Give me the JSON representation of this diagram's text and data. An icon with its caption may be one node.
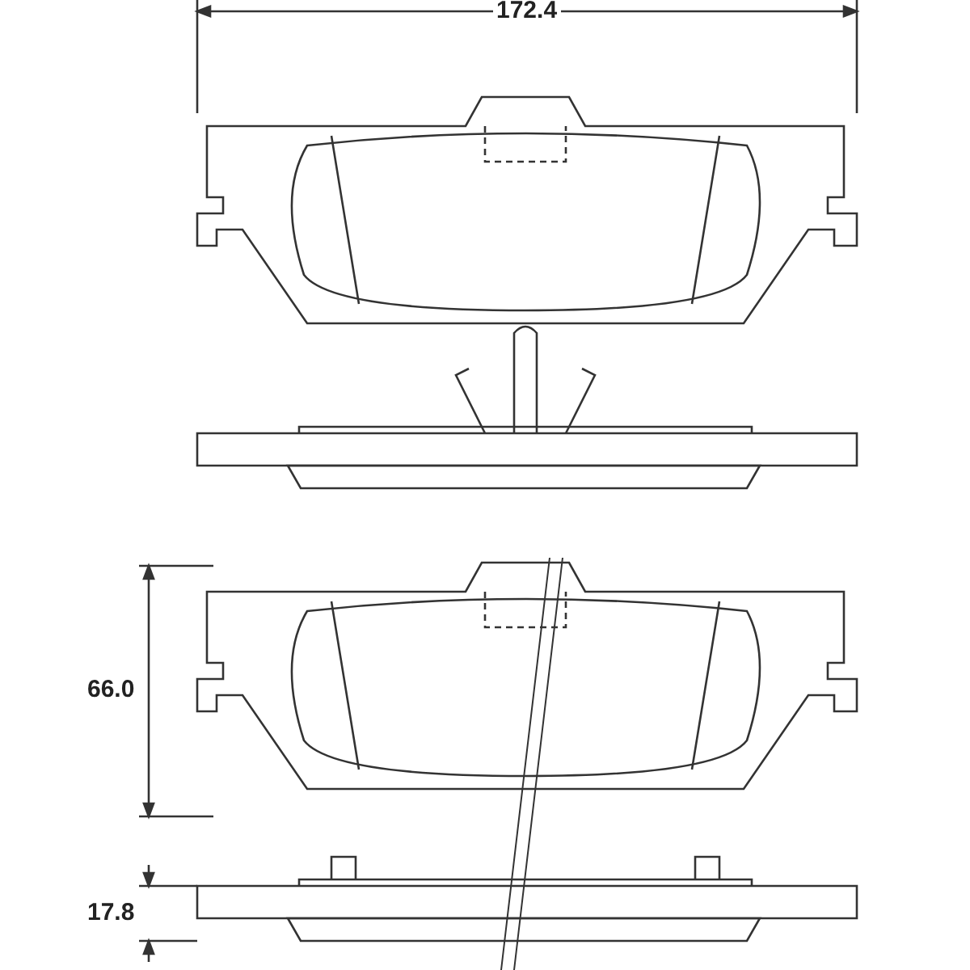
{
  "diagram": {
    "labels": [
      "172.4",
      "66.0",
      "17.8"
    ]
  }
}
